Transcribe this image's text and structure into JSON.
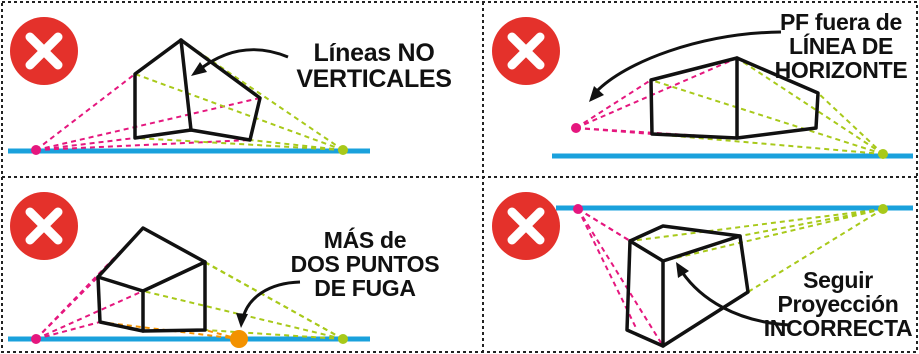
{
  "colors": {
    "horizon": "#1aa1dc",
    "left_vp": "#e5177e",
    "right_vp": "#a8c91a",
    "extra_vp": "#f39200",
    "error_badge": "#e4312b",
    "ink": "#111111",
    "frame": "#222222"
  },
  "panels": [
    {
      "id": "top-left",
      "caption_lines": [
        "Líneas NO",
        "VERTICALES"
      ],
      "icon": "error-x-icon",
      "arrow": "curved-arrow-icon"
    },
    {
      "id": "top-right",
      "caption_lines": [
        "PF fuera de",
        "LÍNEA DE",
        "HORIZONTE"
      ],
      "icon": "error-x-icon",
      "arrow": "curved-arrow-icon"
    },
    {
      "id": "bottom-left",
      "caption_lines": [
        "MÁS de",
        "DOS PUNTOS",
        "DE FUGA"
      ],
      "icon": "error-x-icon",
      "arrow": "curved-arrow-icon"
    },
    {
      "id": "bottom-right",
      "caption_lines": [
        "Seguir",
        "Proyección",
        "INCORRECTA"
      ],
      "icon": "error-x-icon",
      "arrow": "curved-arrow-icon"
    }
  ]
}
